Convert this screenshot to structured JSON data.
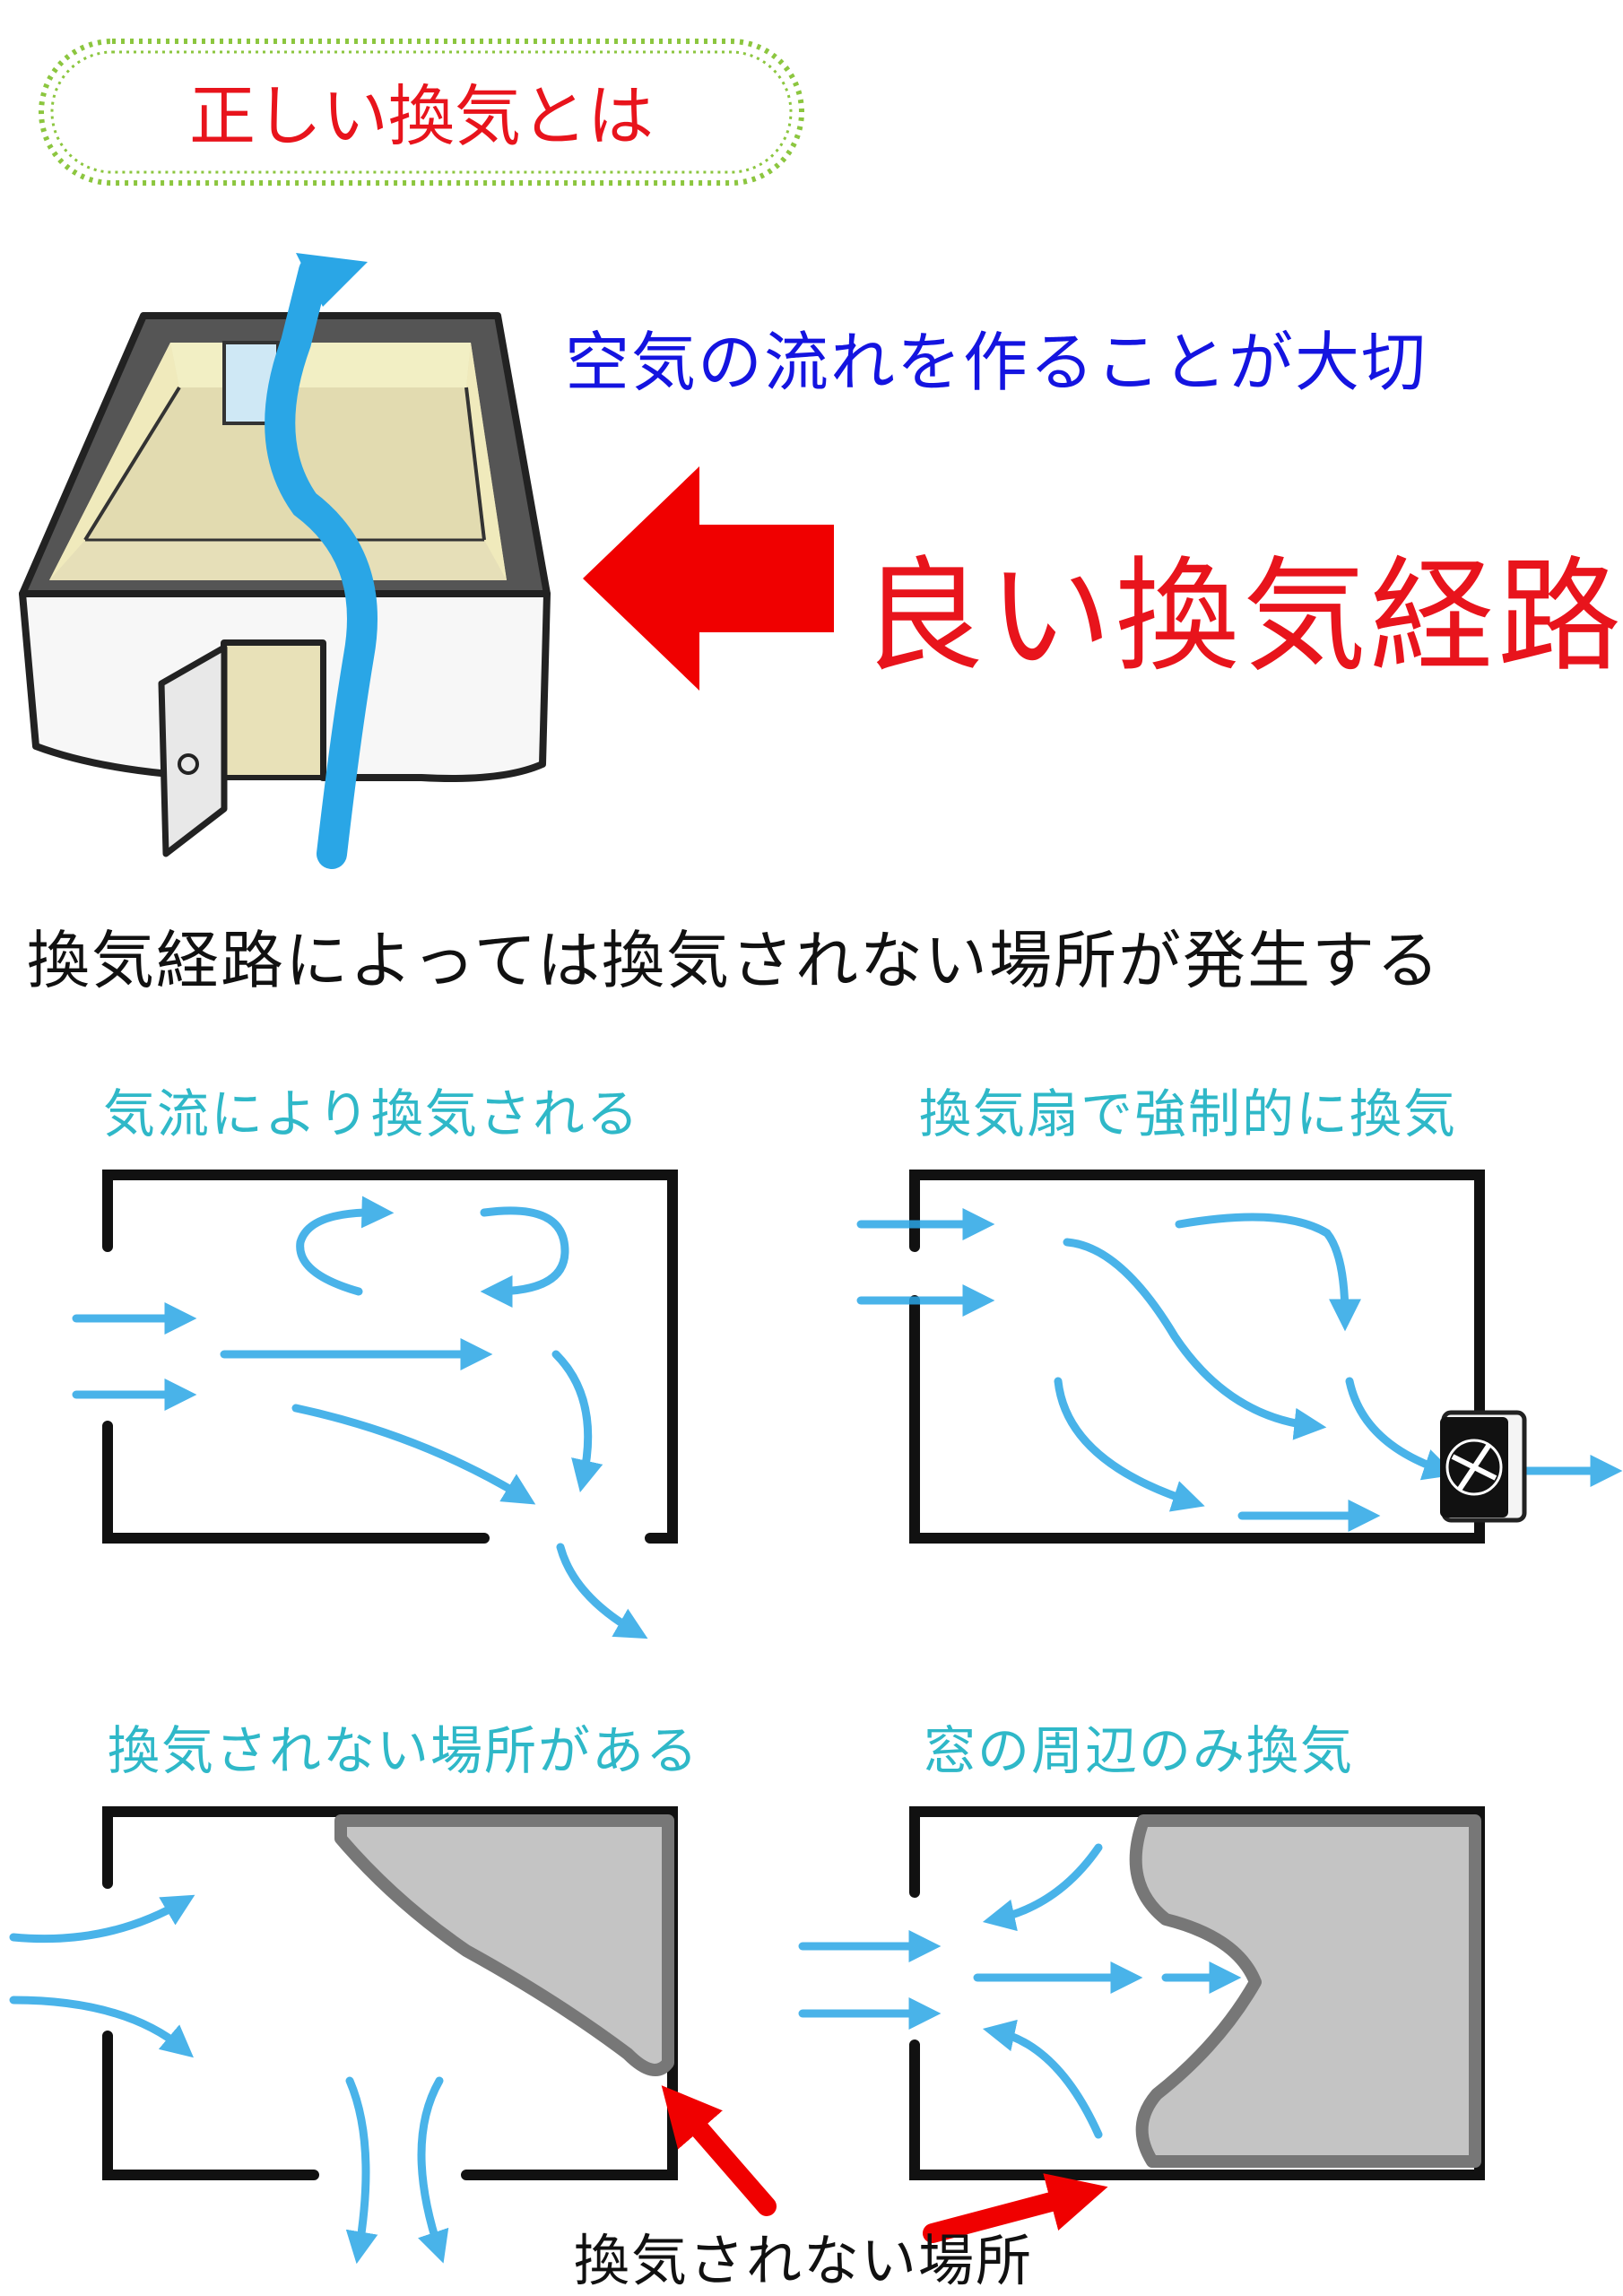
{
  "title": "正しい換気とは",
  "subtitle_line1": "空気の流れを作ることが大切",
  "subtitle_line2": "良い換気経路",
  "note": "換気経路によっては換気されない場所が発生する",
  "panels": [
    {
      "label": "気流により換気される"
    },
    {
      "label": "換気扇で強制的に換気"
    },
    {
      "label": "換気されない場所がある"
    },
    {
      "label": "窓の周辺のみ換気"
    }
  ],
  "callout": "換気されない場所",
  "colors": {
    "title_red": "#e8141c",
    "subtitle_blue": "#1414e0",
    "panel_label_cyan": "#2fb8c8",
    "airflow_blue": "#2aa6e6",
    "pill_border_green": "#8cc63f",
    "stagnant_gray": "#c4c4c4"
  }
}
